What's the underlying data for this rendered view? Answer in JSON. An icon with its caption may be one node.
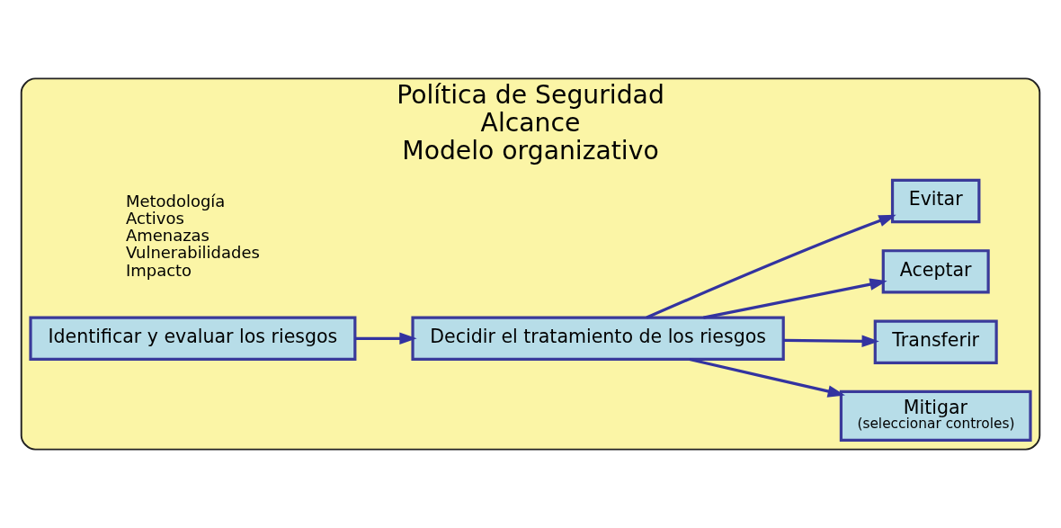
{
  "diagram": {
    "nodes": [
      {
        "text": [
          "Política de Seguridad",
          "Alcance",
          "Modelo organizativo"
        ]
      },
      {
        "text": [
          "Identificar y evaluar los riesgos"
        ],
        "in": 0,
        "beside": [
          "Metodología",
          "Activos",
          "Amenazas",
          "Vulnerabilidades",
          "Impacto"
        ]
      },
      {
        "text": [
          "Decidir el tratamiento de los riesgos"
        ],
        "in": 0
      },
      {
        "text": [
          "Mitigar",
          "(seleccionar controles)"
        ],
        "in": 0
      },
      {
        "text": [
          "Transferir"
        ],
        "in": 0
      },
      {
        "text": [
          "Aceptar"
        ],
        "in": 0
      },
      {
        "text": [
          "Evitar"
        ],
        "in": 0
      }
    ],
    "edges": [
      {
        "from": 1,
        "to": 2,
        "arrow": "to"
      },
      {
        "from": 2,
        "to": 3,
        "arrow": "to"
      },
      {
        "from": 2,
        "to": 4,
        "arrow": "to"
      },
      {
        "from": 2,
        "to": 5,
        "arrow": "to"
      },
      {
        "from": 2,
        "to": 6,
        "arrow": "to"
      }
    ]
  }
}
